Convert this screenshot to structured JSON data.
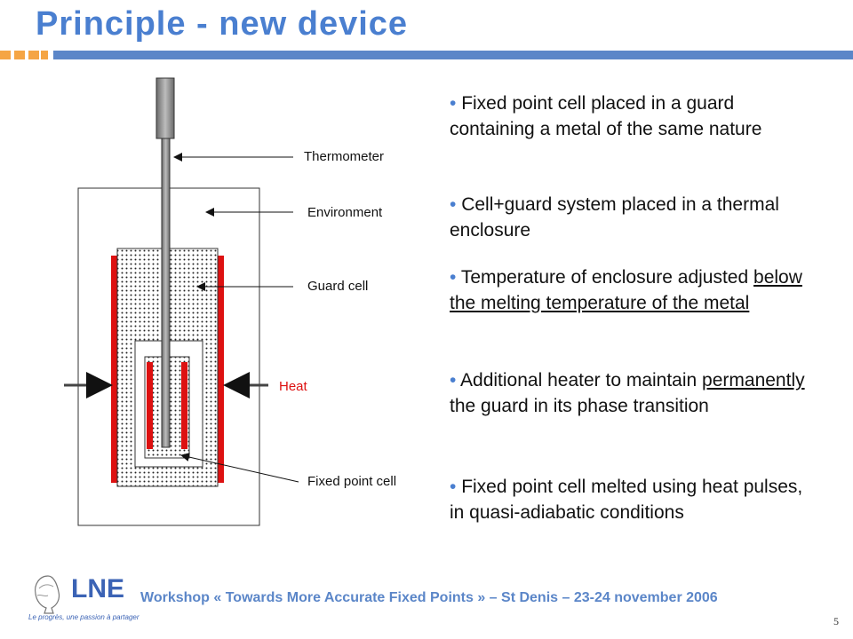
{
  "slide": {
    "title": "Principle - new device",
    "page_number": "5"
  },
  "diagram": {
    "labels": {
      "thermometer": "Thermometer",
      "environment": "Environment",
      "guard_cell": "Guard cell",
      "heat": "Heat",
      "fixed_point_cell": "Fixed point cell"
    },
    "colors": {
      "heater": "#dd1111",
      "heat_label": "#dd1111",
      "thermometer": "#888888"
    }
  },
  "bullets": {
    "b1": {
      "text": "Fixed point cell placed in a guard containing a metal of the same nature"
    },
    "b2": {
      "text": "Cell+guard system placed in a thermal enclosure"
    },
    "b3": {
      "pre": "Temperature of enclosure adjusted ",
      "underlined": "below the melting temperature of the metal"
    },
    "b4": {
      "pre": "Additional heater to maintain ",
      "underlined": "permanently",
      "post": " the guard in its phase transition"
    },
    "b5": {
      "text": "Fixed point cell melted using heat pulses, in quasi-adiabatic conditions"
    }
  },
  "footer": {
    "text": "Workshop « Towards More Accurate Fixed Points » – St Denis – 23-24 november 2006",
    "logo_text": "LNE",
    "logo_tagline": "Le progrès, une passion à partager"
  },
  "colors": {
    "title": "#4a7fd0",
    "accent_orange": "#f5a544",
    "accent_blue": "#5b86c8"
  }
}
